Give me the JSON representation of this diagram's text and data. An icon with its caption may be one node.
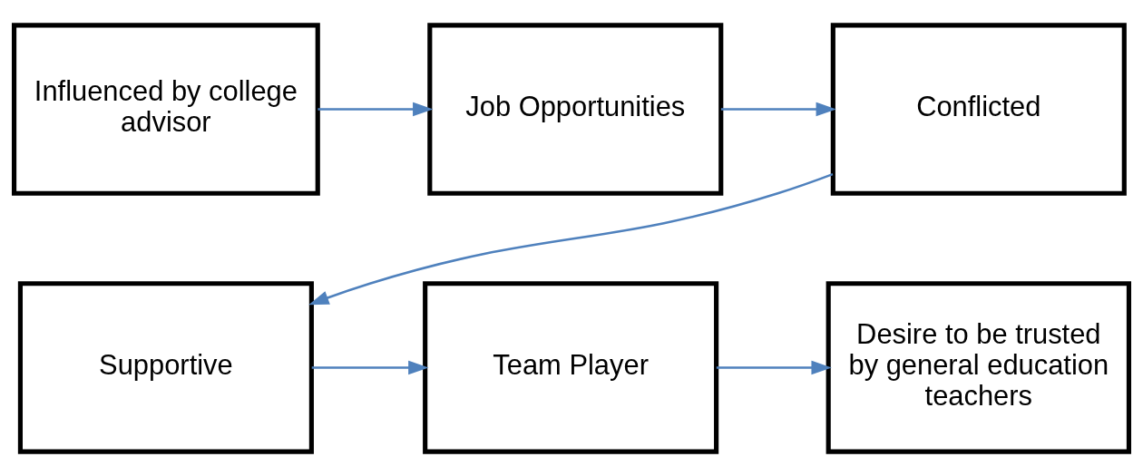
{
  "diagram": {
    "nodes": [
      {
        "text": [
          "Influenced by college advisor"
        ]
      },
      {
        "text": [
          "Job Opportunities"
        ]
      },
      {
        "text": [
          "Conflicted"
        ]
      },
      {
        "text": [
          "Supportive"
        ]
      },
      {
        "text": [
          "Team Player"
        ]
      },
      {
        "text": [
          "Desire to be trusted by general education teachers"
        ]
      }
    ],
    "edges": [
      {
        "from": 0,
        "to": 1,
        "arrow": "to"
      },
      {
        "from": 1,
        "to": 2,
        "arrow": "to"
      },
      {
        "from": 2,
        "to": 3,
        "arrow": "to"
      },
      {
        "from": 3,
        "to": 4,
        "arrow": "to"
      },
      {
        "from": 4,
        "to": 5,
        "arrow": "to"
      }
    ]
  }
}
